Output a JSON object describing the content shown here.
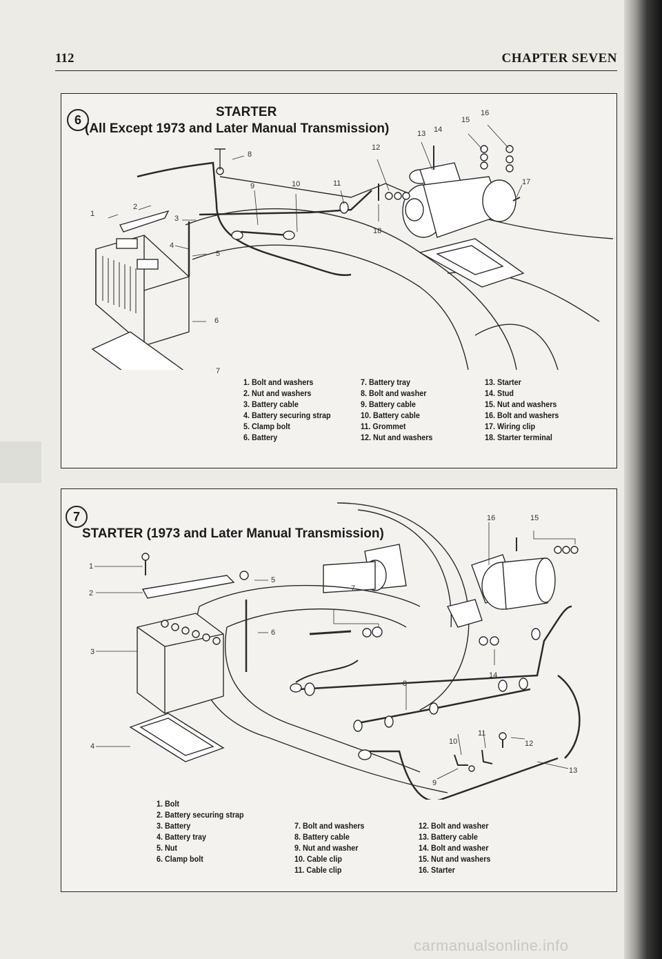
{
  "header": {
    "page_number": "112",
    "chapter": "CHAPTER SEVEN"
  },
  "figure6": {
    "number": "6",
    "title_line1": "STARTER",
    "title_line2": "(All Except 1973 and Later Manual Transmission)",
    "callouts": [
      "1",
      "2",
      "3",
      "4",
      "5",
      "6",
      "7",
      "8",
      "9",
      "10",
      "11",
      "12",
      "13",
      "14",
      "15",
      "16",
      "17",
      "18"
    ],
    "legend": [
      [
        "1. Bolt and washers",
        "2. Nut and washers",
        "3. Battery cable",
        "4. Battery securing strap",
        "5. Clamp bolt",
        "6. Battery"
      ],
      [
        "7. Battery tray",
        "8. Bolt and washer",
        "9. Battery cable",
        "10. Battery cable",
        "11. Grommet",
        "12. Nut and washers"
      ],
      [
        "13. Starter",
        "14. Stud",
        "15. Nut and washers",
        "16. Bolt and washers",
        "17. Wiring clip",
        "18. Starter terminal"
      ]
    ]
  },
  "figure7": {
    "number": "7",
    "title": "STARTER (1973 and Later Manual Transmission)",
    "callouts": [
      "1",
      "2",
      "3",
      "4",
      "5",
      "6",
      "7",
      "8",
      "9",
      "10",
      "11",
      "12",
      "13",
      "14",
      "15",
      "16"
    ],
    "legend": [
      [
        "1. Bolt",
        "2. Battery securing strap",
        "3. Battery",
        "4. Battery tray",
        "5. Nut",
        "6. Clamp bolt"
      ],
      [
        "7. Bolt and washers",
        "8. Battery cable",
        "9. Nut and washer",
        "10. Cable clip",
        "11. Cable clip"
      ],
      [
        "12. Bolt and washer",
        "13. Battery cable",
        "14. Bolt and washer",
        "15. Nut and washers",
        "16. Starter"
      ]
    ]
  },
  "watermark": "carmanualsonline.info"
}
